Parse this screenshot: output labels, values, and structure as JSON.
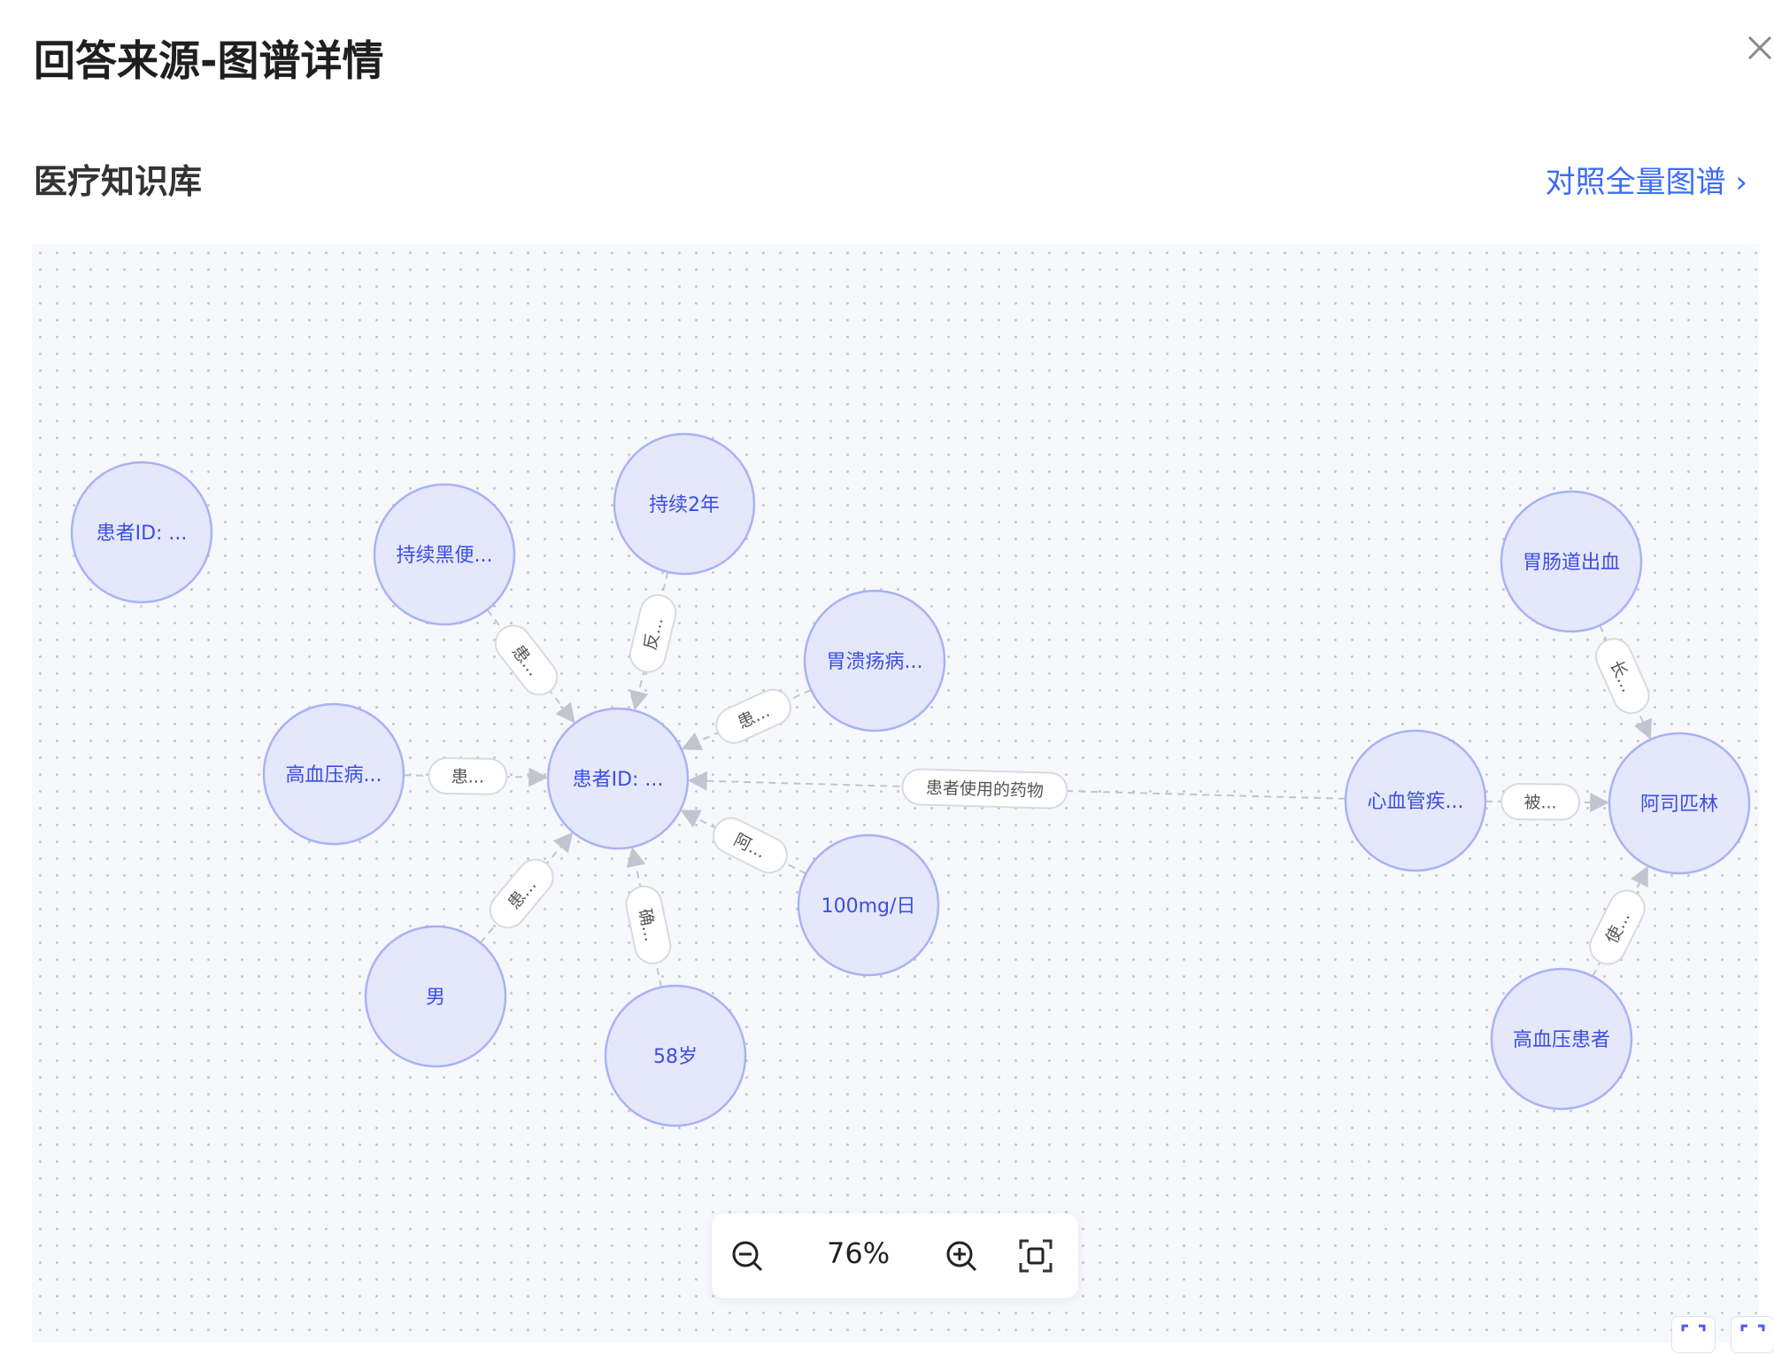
{
  "header": {
    "title": "回答来源-图谱详情",
    "close_icon": "close-icon"
  },
  "section": {
    "title": "医疗知识库",
    "link_label": "对照全量图谱 ›"
  },
  "graph": {
    "colors": {
      "node_fill": "#e3e6fb",
      "node_stroke": "#a9b2f6",
      "node_text": "#3b4ee0",
      "edge": "#c2c5cf",
      "label_text": "#555"
    },
    "nodes": [
      {
        "id": "n0",
        "label": "患者ID: ..."
      },
      {
        "id": "n1",
        "label": "持续黑便..."
      },
      {
        "id": "n2",
        "label": "持续2年"
      },
      {
        "id": "n3",
        "label": "胃溃疡病..."
      },
      {
        "id": "n4",
        "label": "高血压病..."
      },
      {
        "id": "n5",
        "label": "患者ID: ..."
      },
      {
        "id": "n6",
        "label": "男"
      },
      {
        "id": "n7",
        "label": "58岁"
      },
      {
        "id": "n8",
        "label": "100mg/日"
      },
      {
        "id": "n9",
        "label": "胃肠道出血"
      },
      {
        "id": "n10",
        "label": "心血管疾..."
      },
      {
        "id": "n11",
        "label": "阿司匹林"
      },
      {
        "id": "n12",
        "label": "高血压患者"
      }
    ],
    "edges": [
      {
        "from": "n1",
        "to": "n5",
        "label": "患..."
      },
      {
        "from": "n2",
        "to": "n5",
        "label": "反..."
      },
      {
        "from": "n3",
        "to": "n5",
        "label": "患..."
      },
      {
        "from": "n4",
        "to": "n5",
        "label": "患..."
      },
      {
        "from": "n10",
        "to": "n5",
        "label": "患者使用的药物"
      },
      {
        "from": "n8",
        "to": "n5",
        "label": "阿..."
      },
      {
        "from": "n7",
        "to": "n5",
        "label": "确..."
      },
      {
        "from": "n6",
        "to": "n5",
        "label": "患..."
      },
      {
        "from": "n9",
        "to": "n11",
        "label": "长..."
      },
      {
        "from": "n10",
        "to": "n11",
        "label": "被..."
      },
      {
        "from": "n12",
        "to": "n11",
        "label": "使..."
      }
    ]
  },
  "zoom": {
    "value": "76%"
  }
}
